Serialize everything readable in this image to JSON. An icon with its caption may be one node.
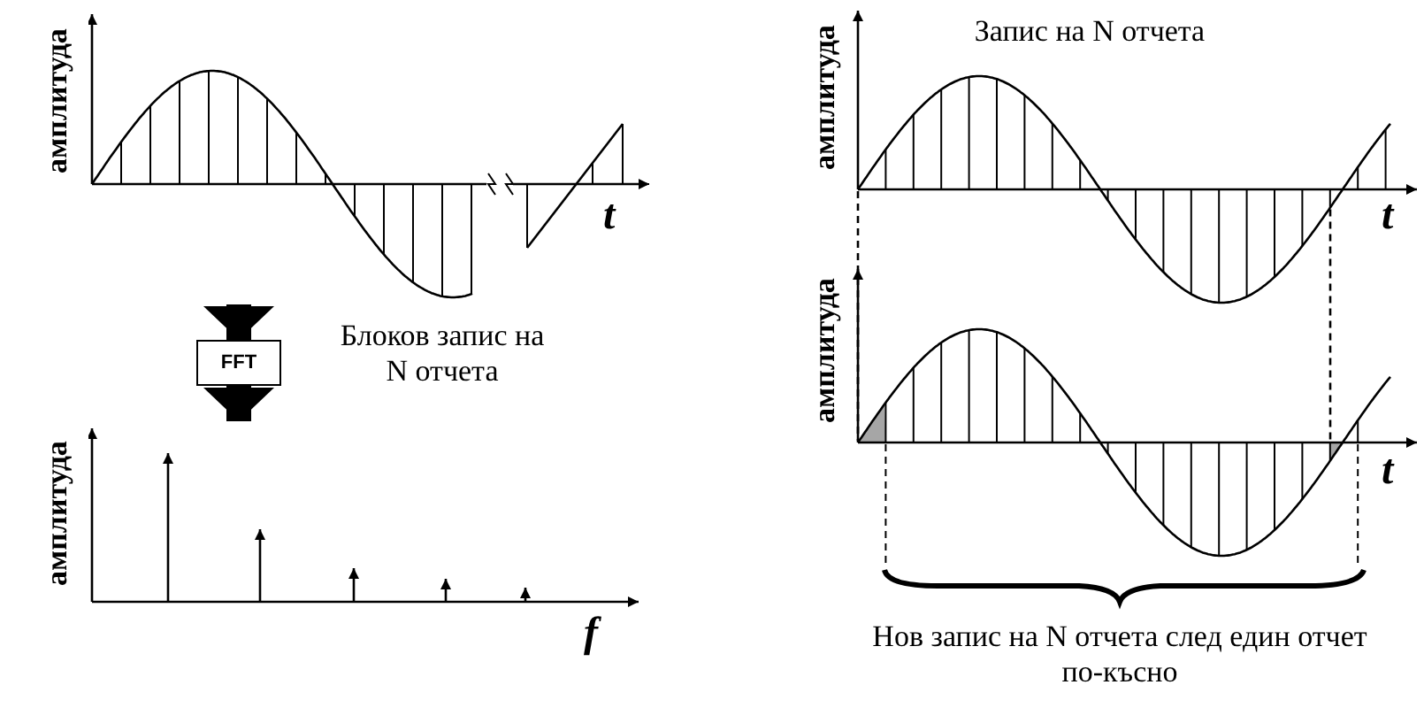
{
  "diagram": {
    "nodes": [
      {
        "text": [],
        "shape": "picture",
        "beside": [
          "амплитуда"
        ]
      },
      {
        "text": [
          "FFT"
        ]
      },
      {
        "text": [],
        "shape": "picture",
        "beside": [
          "амплитуда",
          "f"
        ]
      },
      {
        "text": [],
        "shape": "picture",
        "beside": [
          "амплитуда"
        ]
      },
      {
        "text": [],
        "shape": "picture",
        "beside": [
          "амплитуда",
          "Нов запис на N отчета след един отчет по-късно"
        ]
      }
    ],
    "edges": [
      {
        "from": 0,
        "to": 1,
        "arrow": "to",
        "style": "thick"
      },
      {
        "from": 1,
        "to": 2,
        "arrow": "to",
        "style": "thick"
      },
      {
        "from": 3,
        "to": 4,
        "arrow": "none",
        "style": "dashed"
      },
      {
        "from": 3,
        "to": 4,
        "arrow": "none",
        "style": "dashed"
      }
    ],
    "labels": [
      "t",
      "Блоков запис на N отчета",
      "Запис на N отчета",
      "t",
      "t"
    ]
  }
}
